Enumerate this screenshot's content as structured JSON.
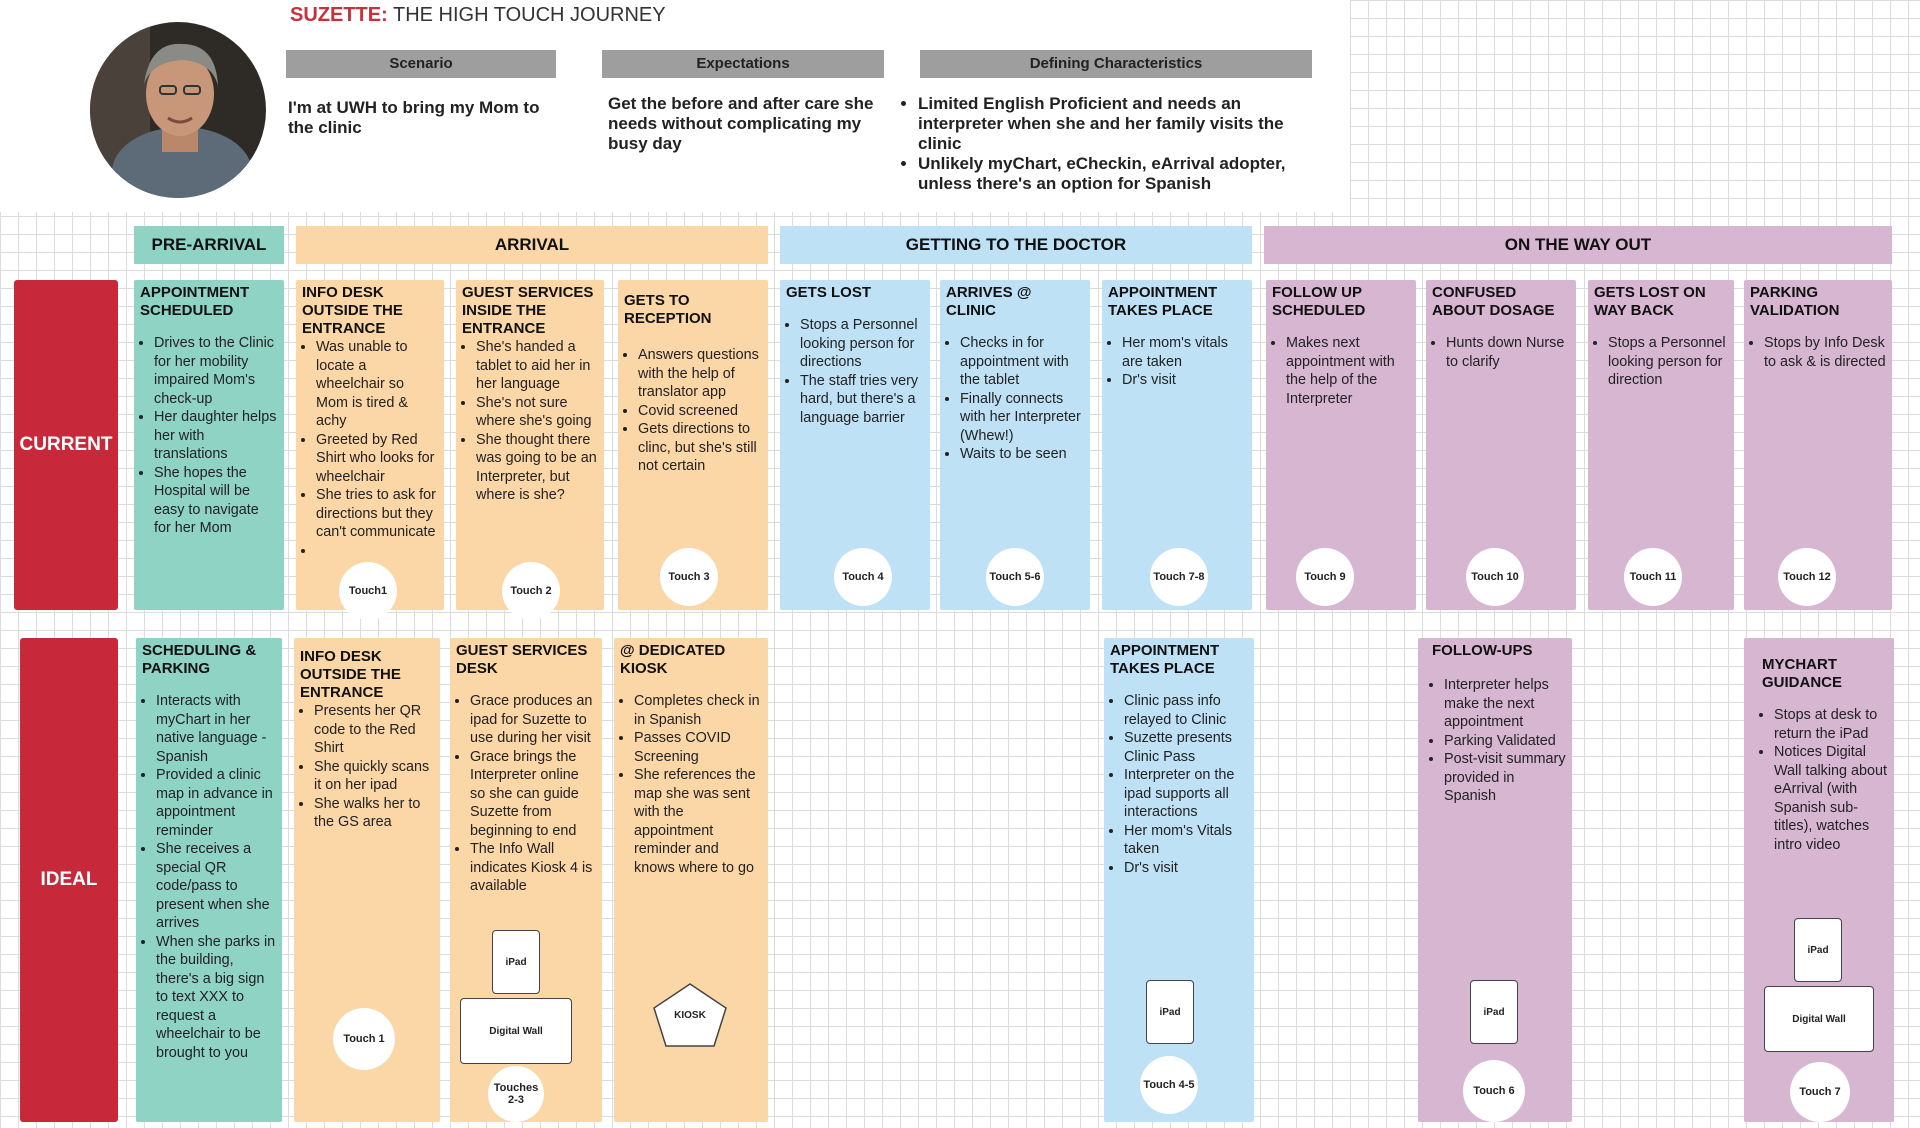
{
  "header": {
    "title_name": "SUZETTE:",
    "title_rest": "THE HIGH TOUCH JOURNEY",
    "scenario_label": "Scenario",
    "scenario_text": "I'm at UWH to bring my Mom to the clinic",
    "expectations_label": "Expectations",
    "expectations_text": "Get the before and after care she needs without complicating my busy day",
    "characteristics_label": "Defining Characteristics",
    "characteristics": [
      "Limited English Proficient and needs an interpreter when she and her family visits the clinic",
      "Unlikely myChart, eCheckin, eArrival adopter, unless there's an option for Spanish"
    ]
  },
  "phases": [
    "PRE-ARRIVAL",
    "ARRIVAL",
    "GETTING TO THE DOCTOR",
    "ON THE WAY OUT"
  ],
  "rows": {
    "current": "CURRENT",
    "ideal": "IDEAL"
  },
  "current": [
    {
      "title": "APPOINTMENT SCHEDULED",
      "bullets": [
        "Drives to the Clinic for her mobility impaired Mom's check-up",
        "Her daughter helps her with translations",
        "She hopes the Hospital will be easy to navigate for her Mom"
      ],
      "touch": ""
    },
    {
      "title": "INFO DESK OUTSIDE THE ENTRANCE",
      "bullets": [
        "Was unable to locate a wheelchair so Mom is tired & achy",
        "Greeted by Red Shirt who looks for wheelchair",
        "She tries to ask for directions but they can't communicate",
        ""
      ],
      "touch": "Touch1"
    },
    {
      "title": "GUEST SERVICES INSIDE THE ENTRANCE",
      "bullets": [
        "She's handed a tablet to aid her in her language",
        "She's not sure where she's going",
        "She thought there was going to be an Interpreter, but where is she?"
      ],
      "touch": "Touch 2"
    },
    {
      "title": "GETS TO RECEPTION",
      "bullets": [
        "Answers questions with the help of translator app",
        "Covid screened",
        "Gets directions to clinc, but she's still not certain"
      ],
      "touch": "Touch 3"
    },
    {
      "title": "GETS LOST",
      "bullets": [
        "Stops a Personnel looking person for directions",
        "The staff tries very hard, but there's a language barrier"
      ],
      "touch": "Touch 4"
    },
    {
      "title": "ARRIVES @ CLINIC",
      "bullets": [
        "Checks in for appointment with the tablet",
        "Finally connects with her Interpreter (Whew!)",
        "Waits to be seen"
      ],
      "touch": "Touch 5-6"
    },
    {
      "title": "APPOINTMENT TAKES PLACE",
      "bullets": [
        "Her mom's vitals are taken",
        "Dr's visit"
      ],
      "touch": "Touch 7-8"
    },
    {
      "title": "FOLLOW UP SCHEDULED",
      "bullets": [
        "Makes next appointment with the help of the Interpreter"
      ],
      "touch": "Touch 9"
    },
    {
      "title": "CONFUSED ABOUT DOSAGE",
      "bullets": [
        "Hunts down Nurse to clarify"
      ],
      "touch": "Touch 10"
    },
    {
      "title": "GETS LOST ON WAY BACK",
      "bullets": [
        "Stops a Personnel looking person for direction"
      ],
      "touch": "Touch 11"
    },
    {
      "title": "PARKING VALIDATION",
      "bullets": [
        "Stops by Info Desk to ask & is directed"
      ],
      "touch": "Touch 12"
    }
  ],
  "ideal": [
    {
      "title": "SCHEDULING & PARKING",
      "bullets": [
        "Interacts with myChart in her native language - Spanish",
        "Provided a clinic map in advance in appointment reminder",
        "She receives a special QR code/pass to present when she arrives",
        "When she parks in the building, there's a big sign to text XXX to request a wheelchair to be brought to you"
      ],
      "touch": ""
    },
    {
      "title": "INFO DESK OUTSIDE THE ENTRANCE",
      "bullets": [
        "Presents her QR code to the Red Shirt",
        "She quickly scans it on her ipad",
        "She walks her to the GS area"
      ],
      "touch": "Touch 1"
    },
    {
      "title": "GUEST SERVICES DESK",
      "bullets": [
        "Grace produces an ipad for Suzette to use during her visit",
        "Grace brings the Interpreter online so she can guide Suzette from beginning to end",
        "The Info Wall indicates Kiosk 4 is available"
      ],
      "touch": "Touches 2-3"
    },
    {
      "title": "@ DEDICATED KIOSK",
      "bullets": [
        "Completes check in in Spanish",
        "Passes COVID Screening",
        "She references the map she was sent with the appointment reminder and knows where to go"
      ],
      "touch": ""
    },
    {
      "title": "APPOINTMENT TAKES PLACE",
      "bullets": [
        "Clinic pass info relayed to Clinic",
        "Suzette presents Clinic Pass",
        "Interpreter on the ipad supports all interactions",
        "Her mom's Vitals taken",
        "Dr's visit"
      ],
      "touch": "Touch 4-5"
    },
    {
      "title": "FOLLOW-UPS",
      "bullets": [
        "Interpreter helps make the next appointment",
        "Parking Validated",
        "Post-visit summary provided in Spanish"
      ],
      "touch": "Touch 6"
    },
    {
      "title": "MYCHART GUIDANCE",
      "bullets": [
        "Stops at desk to return the iPad",
        "Notices Digital Wall talking about eArrival (with Spanish sub-titles), watches intro video"
      ],
      "touch": "Touch 7"
    }
  ],
  "devices": {
    "ipad": "iPad",
    "digital_wall": "Digital Wall",
    "kiosk": "KIOSK"
  }
}
